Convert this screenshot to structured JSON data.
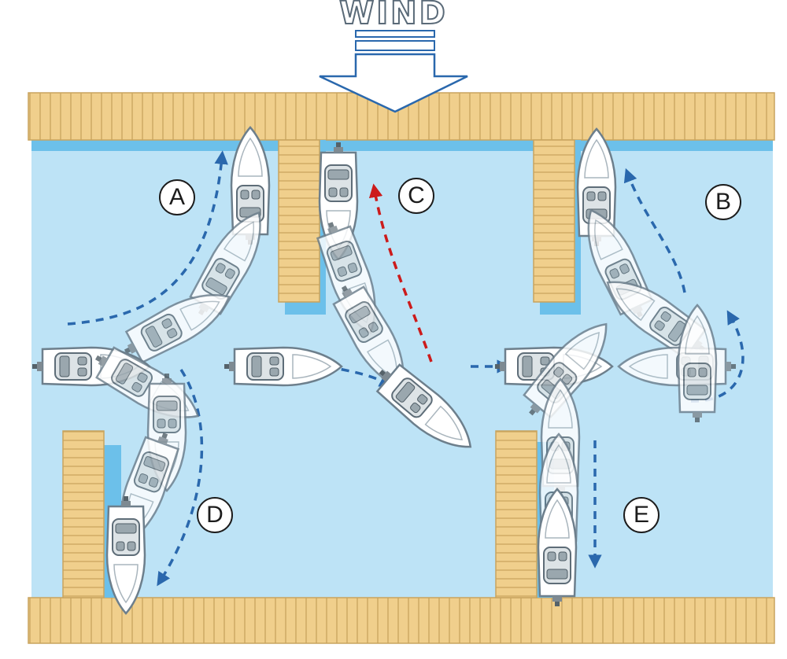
{
  "wind": {
    "label": "WIND"
  },
  "markers": {
    "a": "A",
    "b": "B",
    "c": "C",
    "d": "D",
    "e": "E"
  },
  "colors": {
    "water": "#bde3f6",
    "water_shade": "#6cc0ea",
    "dock_wood": "#f0cf8c",
    "dock_plank": "#c9a45e",
    "path_blue": "#2a68ad",
    "path_red": "#cc1b1b",
    "boat_hull": "#ffffff",
    "boat_outline": "#6d7f8c"
  },
  "icons": [
    "wind-arrow-icon",
    "boat-icon",
    "dock-icon",
    "path-arrow-icon"
  ]
}
